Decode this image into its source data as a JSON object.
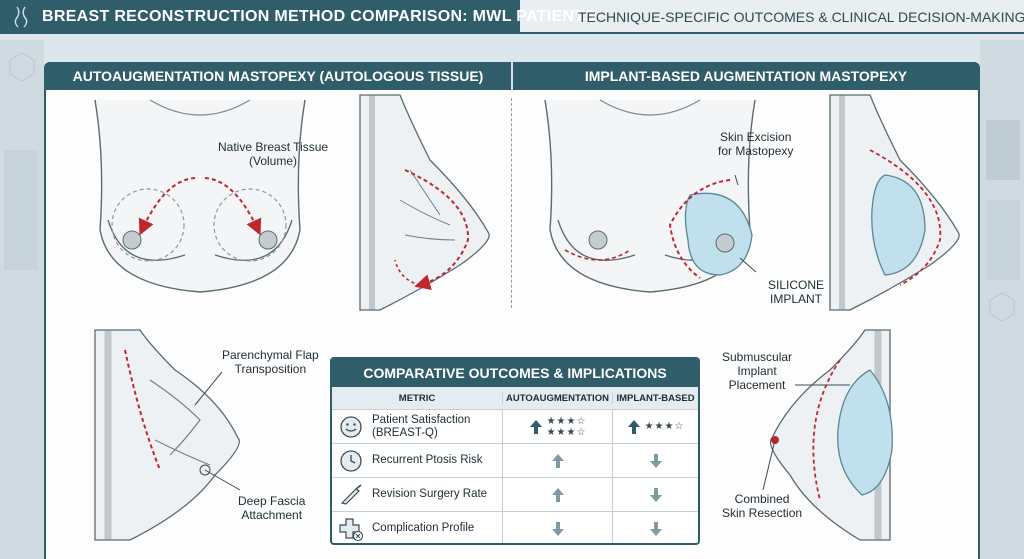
{
  "header": {
    "title": "BREAST RECONSTRUCTION METHOD COMPARISON: MWL PATIENTS.",
    "subtitle": "TECHNIQUE-SPECIFIC OUTCOMES & CLINICAL DECISION-MAKING"
  },
  "sections": {
    "left_title": "AUTOAUGMENTATION MASTOPEXY (AUTOLOGOUS TISSUE)",
    "right_title": "IMPLANT-BASED AUGMENTATION MASTOPEXY"
  },
  "labels": {
    "native_tissue_1": "Native Breast Tissue",
    "native_tissue_2": "(Volume)",
    "skin_excision_1": "Skin Excision",
    "skin_excision_2": "for Mastopexy",
    "silicone_1": "SILICONE",
    "silicone_2": "IMPLANT",
    "flap_1": "Parenchymal Flap",
    "flap_2": "Transposition",
    "fascia_1": "Deep Fascia",
    "fascia_2": "Attachment",
    "submuscular_1": "Submuscular",
    "submuscular_2": "Implant",
    "submuscular_3": "Placement",
    "combined_1": "Combined",
    "combined_2": "Skin Resection"
  },
  "table": {
    "title": "COMPARATIVE OUTCOMES & IMPLICATIONS",
    "headers": [
      "METRIC",
      "AUTOAUGMENTATION",
      "IMPLANT-BASED"
    ],
    "rows": [
      {
        "label_1": "Patient Satisfaction",
        "label_2": "(BREAST-Q)",
        "icon": "smiley-icon",
        "auto": {
          "trend": "up",
          "stars_1": "★★★☆",
          "stars_2": "★★★☆"
        },
        "implant": {
          "trend": "up",
          "stars_1": "★★★☆",
          "stars_2": ""
        }
      },
      {
        "label_1": "Recurrent Ptosis Risk",
        "label_2": "",
        "icon": "clock-icon",
        "auto": {
          "trend": "up"
        },
        "implant": {
          "trend": "down"
        }
      },
      {
        "label_1": "Revision Surgery Rate",
        "label_2": "",
        "icon": "scalpel-icon",
        "auto": {
          "trend": "up"
        },
        "implant": {
          "trend": "down"
        }
      },
      {
        "label_1": "Complication Profile",
        "label_2": "",
        "icon": "medical-cross-icon",
        "auto": {
          "trend": "down"
        },
        "implant": {
          "trend": "down"
        }
      }
    ]
  },
  "colors": {
    "primary": "#2f5d6a",
    "accent_red": "#c0272d",
    "implant_blue": "#bfe0ec"
  }
}
